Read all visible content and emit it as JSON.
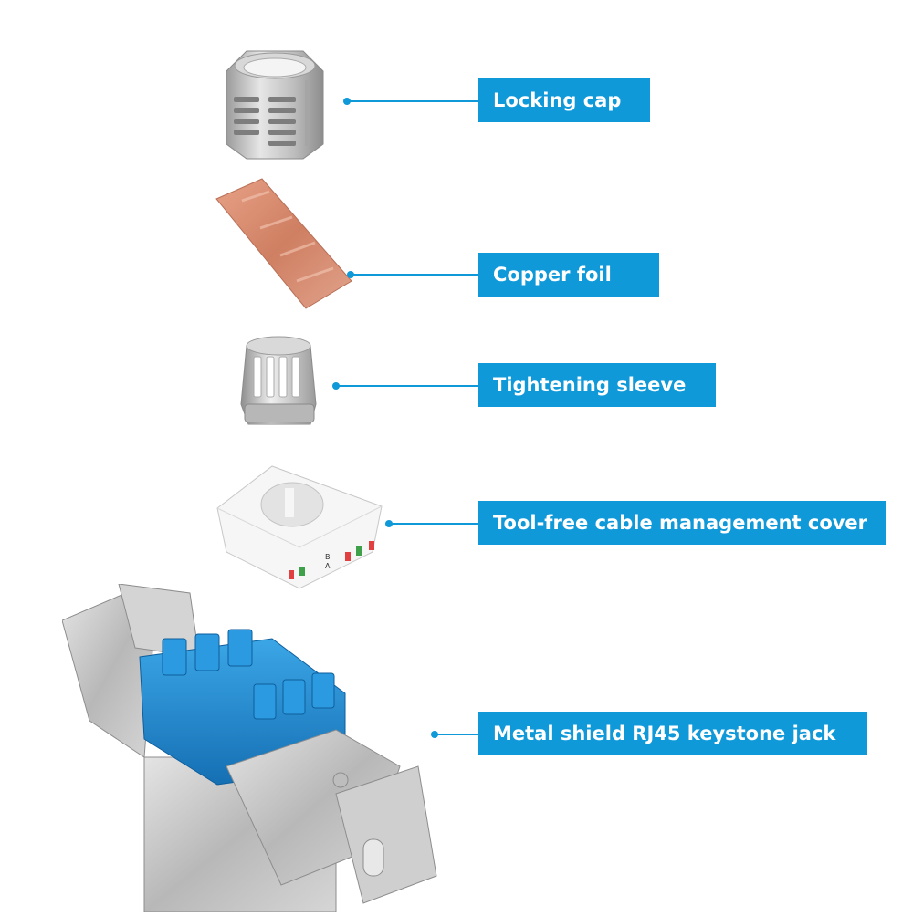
{
  "callouts": [
    {
      "name": "locking-cap",
      "label": "Locking cap"
    },
    {
      "name": "copper-foil",
      "label": "Copper foil"
    },
    {
      "name": "tightening-sleeve",
      "label": "Tightening sleeve"
    },
    {
      "name": "cable-management-cover",
      "label": "Tool-free cable management cover"
    },
    {
      "name": "keystone-jack",
      "label": "Metal shield RJ45 keystone jack"
    }
  ],
  "cover_markings": {
    "b": "B",
    "a": "A"
  },
  "colors": {
    "label_bg": "#0f99d9",
    "label_text": "#ffffff",
    "metal": "#c9c9c9",
    "copper": "#d58a6c",
    "jack_blue": "#1e8fd6",
    "cover_white": "#f2f2f2"
  }
}
